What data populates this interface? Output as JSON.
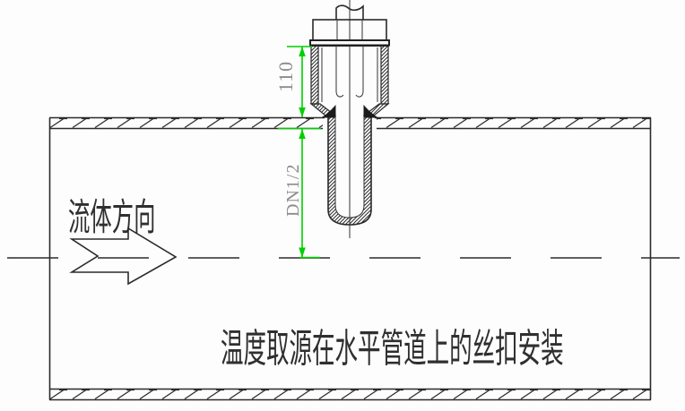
{
  "diagram": {
    "caption": "温度取源在水平管道上的丝扣安装",
    "flow_label": "流体方向",
    "dimensions": {
      "neck_length": "110",
      "insertion_depth": "DN1/2"
    },
    "colors": {
      "dimension_green": "#00cf00",
      "line_dark": "#2b2b2b",
      "dim_text_gray": "#8c8c8c"
    }
  }
}
